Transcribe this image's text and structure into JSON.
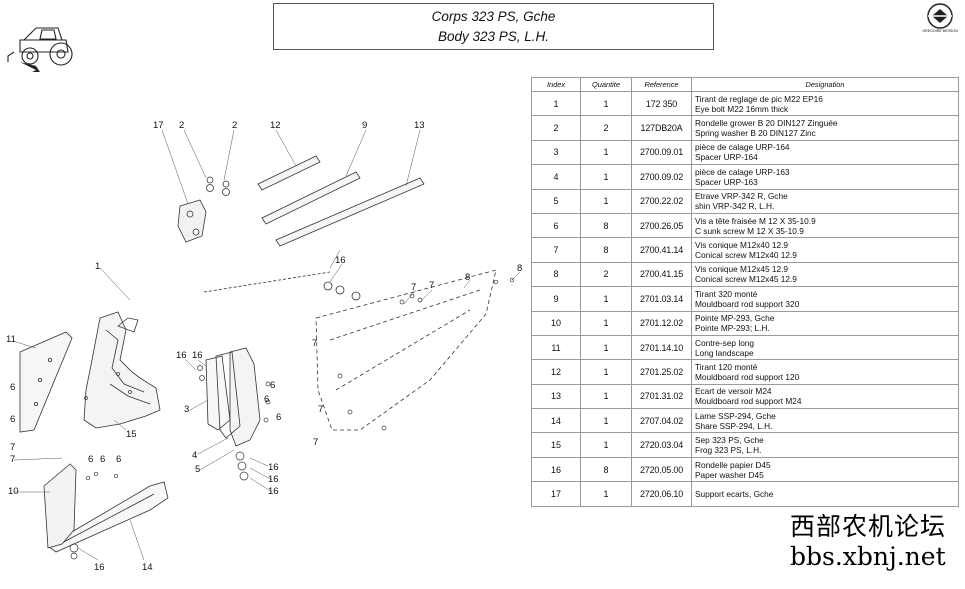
{
  "title": {
    "line1": "Corps 323 PS, Gche",
    "line2": "Body 323 PS, L.H."
  },
  "table": {
    "headers": [
      "Index",
      "Quantite",
      "Reference",
      "Designation"
    ],
    "rows": [
      {
        "index": "1",
        "qty": "1",
        "ref": "172 350",
        "d1": "Tirant de reglage de pic M22 EP16",
        "d2": "Eye bolt  M22  16mm thick"
      },
      {
        "index": "2",
        "qty": "2",
        "ref": "127DB20A",
        "d1": "Rondelle grower B 20 DIN127 Zinguée",
        "d2": "Spring washer B 20 DIN127 Zinc"
      },
      {
        "index": "3",
        "qty": "1",
        "ref": "2700.09.01",
        "d1": "pièce de calage URP-164",
        "d2": "Spacer URP-164"
      },
      {
        "index": "4",
        "qty": "1",
        "ref": "2700.09.02",
        "d1": "pièce de calage URP-163",
        "d2": "Spacer URP-163"
      },
      {
        "index": "5",
        "qty": "1",
        "ref": "2700.22.02",
        "d1": "Etrave VRP-342 R, Gche",
        "d2": "shin VRP-342 R, L.H."
      },
      {
        "index": "6",
        "qty": "8",
        "ref": "2700.26.05",
        "d1": "Vis a tête fraisée M 12 X 35-10.9",
        "d2": "C sunk screw M 12 X 35-10.9"
      },
      {
        "index": "7",
        "qty": "8",
        "ref": "2700.41.14",
        "d1": "Vis conique M12x40  12.9",
        "d2": "Conical screw M12x40  12.9"
      },
      {
        "index": "8",
        "qty": "2",
        "ref": "2700.41.15",
        "d1": "Vis conique M12x45  12.9",
        "d2": "Conical screw M12x45  12.9"
      },
      {
        "index": "9",
        "qty": "1",
        "ref": "2701.03.14",
        "d1": "Tirant 320 monté",
        "d2": "Mouldboard rod support 320"
      },
      {
        "index": "10",
        "qty": "1",
        "ref": "2701.12.02",
        "d1": "Pointe MP-293, Gche",
        "d2": "Pointe MP-293; L.H."
      },
      {
        "index": "11",
        "qty": "1",
        "ref": "2701.14.10",
        "d1": "Contre-sep long",
        "d2": "Long landscape"
      },
      {
        "index": "12",
        "qty": "1",
        "ref": "2701.25.02",
        "d1": "Tirant 120 monté",
        "d2": "Mouldboard rod support 120"
      },
      {
        "index": "13",
        "qty": "1",
        "ref": "2701.31.02",
        "d1": "Ecart de versoir  M24",
        "d2": "Mouldboard rod support M24"
      },
      {
        "index": "14",
        "qty": "1",
        "ref": "2707.04.02",
        "d1": "Lame SSP-294, Gche",
        "d2": "Share SSP-294, L.H."
      },
      {
        "index": "15",
        "qty": "1",
        "ref": "2720.03.04",
        "d1": "Sep 323 PS, Gche",
        "d2": "Frog 323 PS, L.H."
      },
      {
        "index": "16",
        "qty": "8",
        "ref": "2720.05.00",
        "d1": "Rondelle papier D45",
        "d2": "Paper washer D45"
      },
      {
        "index": "17",
        "qty": "1",
        "ref": "2720.06.10",
        "d1": "Support ecarts, Gche",
        "d2": ""
      }
    ]
  },
  "callouts": {
    "c1": "1",
    "c2": "2",
    "c3": "3",
    "c4": "4",
    "c5": "5",
    "c6": "6",
    "c7": "7",
    "c8": "8",
    "c9": "9",
    "c10": "10",
    "c11": "11",
    "c12": "12",
    "c13": "13",
    "c14": "14",
    "c15": "15",
    "c16": "16",
    "c17": "17"
  },
  "logo": {
    "text": "GREGOIRE BESSON"
  },
  "watermark": {
    "line1": "西部农机论坛",
    "line2": "bbs.xbnj.net"
  },
  "icons": [
    "tractor-icon",
    "brand-logo-icon"
  ]
}
